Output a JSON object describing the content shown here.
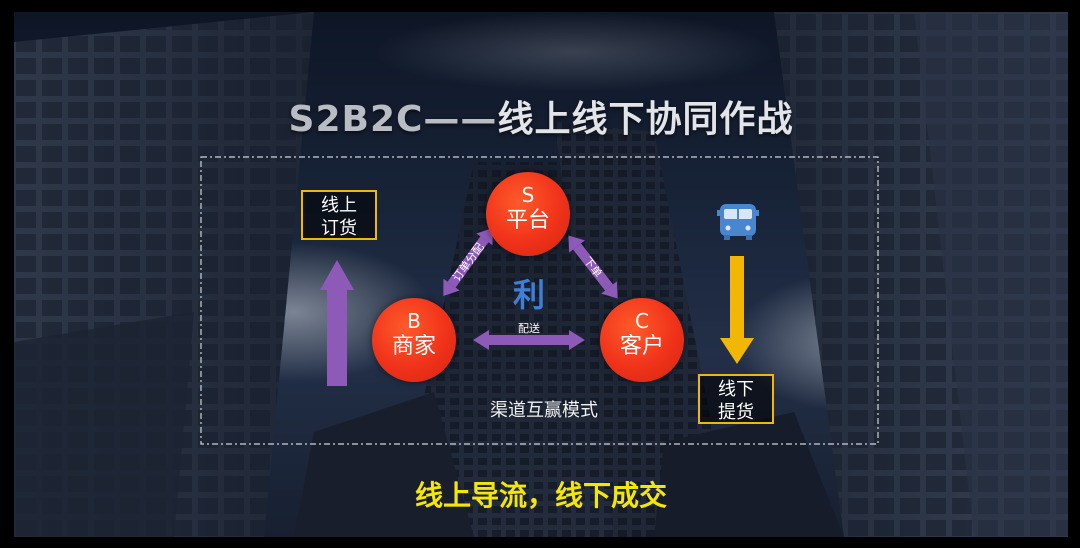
{
  "title": {
    "part1": "S2B2C——",
    "part2": "线上线下协同作战"
  },
  "nodes": {
    "s": {
      "letter": "S",
      "name": "平台"
    },
    "b": {
      "letter": "B",
      "name": "商家"
    },
    "c": {
      "letter": "C",
      "name": "客户"
    }
  },
  "center_label": "利",
  "edges": {
    "s_b": "订单分配",
    "s_c": "下单",
    "b_c": "配送"
  },
  "caption": "渠道互赢模式",
  "left_box": {
    "line1": "线上",
    "line2": "订货"
  },
  "right_box": {
    "line1": "线下",
    "line2": "提货"
  },
  "bottom_text": "线上导流，线下成交",
  "colors": {
    "node_red": "#f0321a",
    "arrow_purple": "#8e5ab8",
    "arrow_yellow": "#f2b705",
    "box_border": "#f2b705",
    "center_blue": "#3f7fd6",
    "bottom_yellow": "#f5e60a"
  },
  "icons": {
    "right_icon": "bus-icon"
  }
}
